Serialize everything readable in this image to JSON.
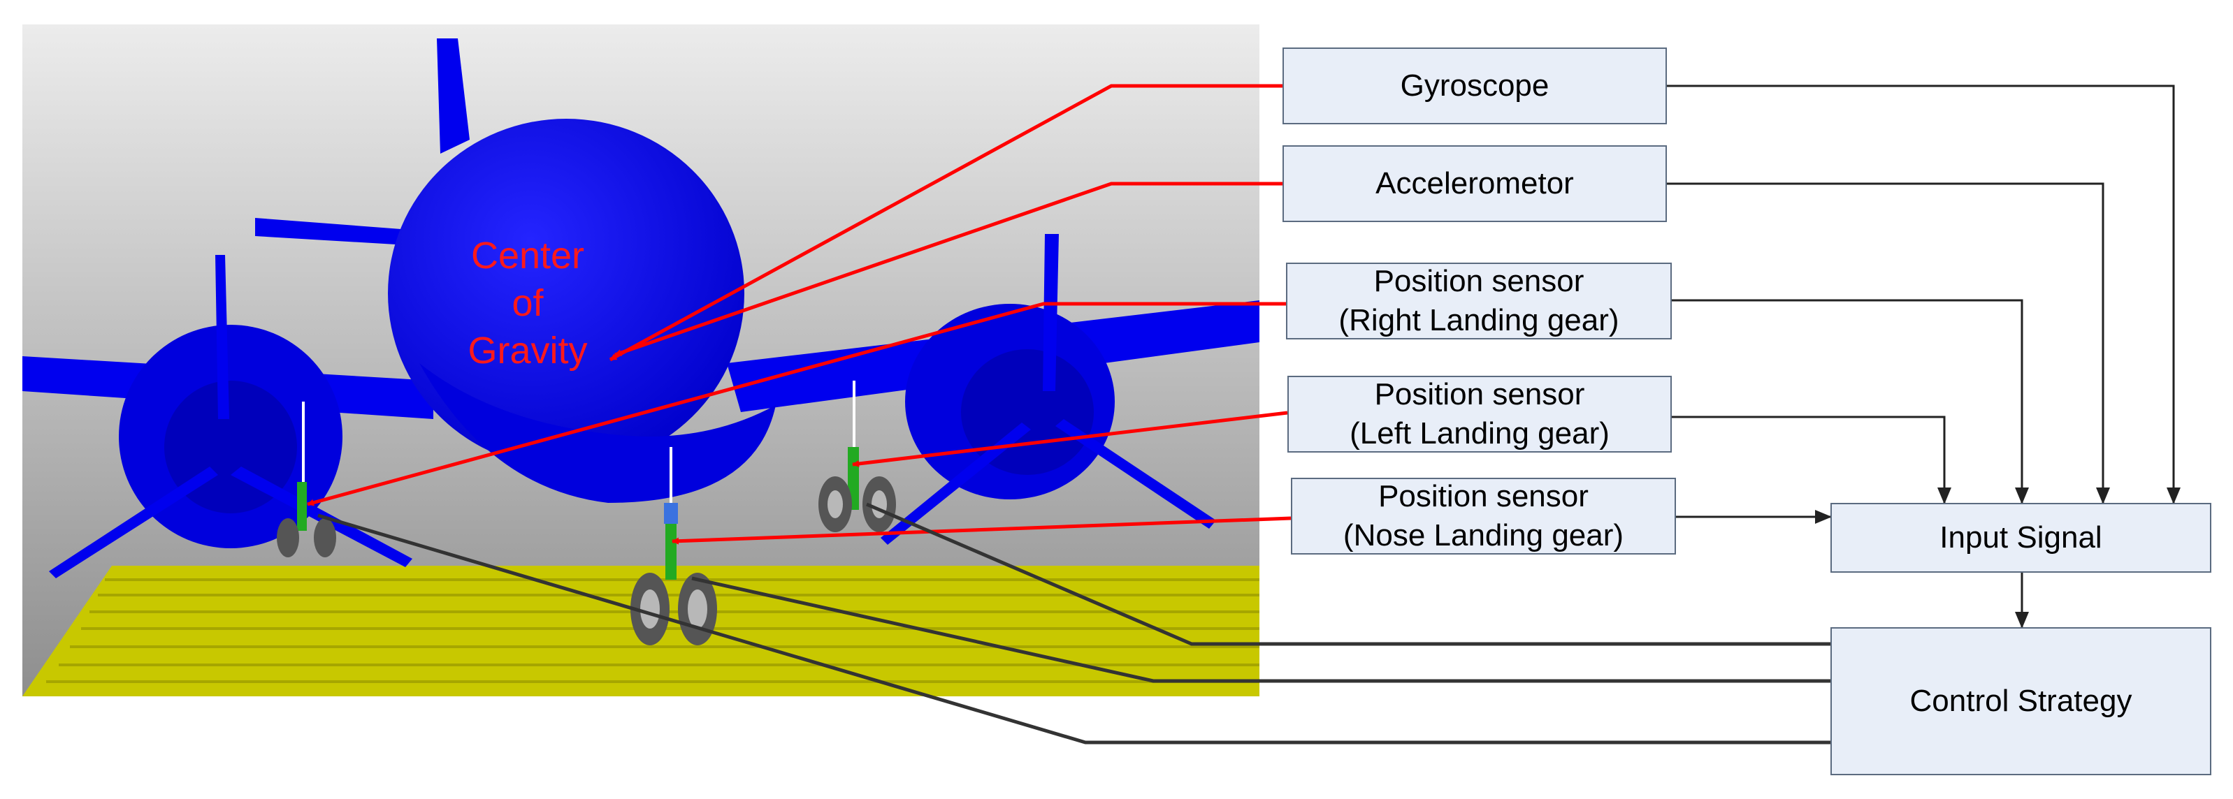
{
  "diagram": {
    "cog_label": [
      "Center",
      "of",
      "Gravity"
    ],
    "boxes": {
      "gyroscope": [
        "Gyroscope"
      ],
      "accelerometer": [
        "Accelerometor"
      ],
      "pos_right": [
        "Position sensor",
        "(Right Landing gear)"
      ],
      "pos_left": [
        "Position sensor",
        "(Left Landing gear)"
      ],
      "pos_nose": [
        "Position sensor",
        "(Nose Landing gear)"
      ],
      "input_signal": [
        "Input Signal"
      ],
      "control_strategy": [
        "Control Strategy"
      ]
    },
    "colors": {
      "aircraft": "#0000ee",
      "runway": "#c8c800",
      "gear": "#22aa22",
      "sensor_leader": "#ff0000",
      "signal_line": "#333333",
      "box_fill": "#e8eef8",
      "box_border": "#5b6b80"
    }
  }
}
